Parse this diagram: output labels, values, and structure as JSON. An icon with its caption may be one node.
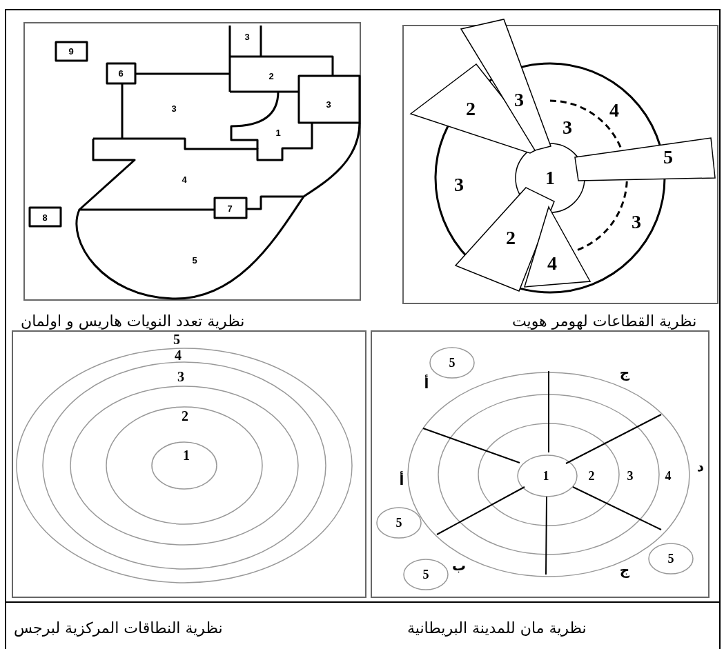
{
  "diagram": {
    "labels": [
      "3",
      "4",
      "2",
      "3",
      "5",
      "1",
      "3",
      "3",
      "2",
      "4",
      "نظرية القطاعات لهومر هويت",
      "3",
      "9",
      "6",
      "2",
      "3",
      "3",
      "1",
      "4",
      "7",
      "8",
      "5",
      "نظرية تعدد النويات هاريس و اولمان",
      "5",
      "ج",
      "أ",
      "د",
      "4",
      "3",
      "2",
      "1",
      "أ",
      "5",
      "5",
      "ب",
      "ج",
      "5",
      "نظرية مان للمدينة البريطانية",
      "5",
      "4",
      "3",
      "2",
      "1",
      "نظرية النطاقات المركزية لبرجس"
    ]
  }
}
